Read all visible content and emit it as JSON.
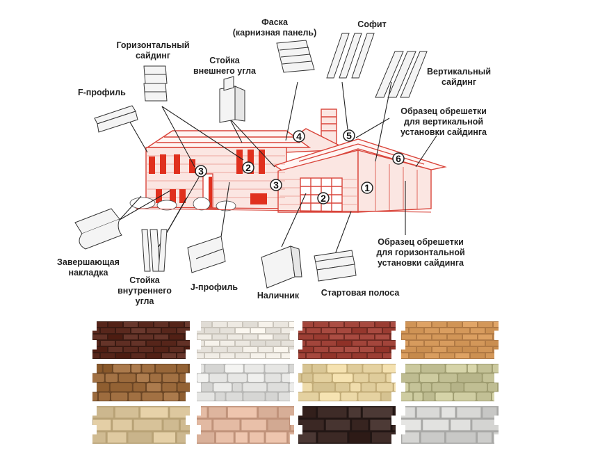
{
  "labels": {
    "fascia": [
      "Фаска",
      "(карнизная панель)"
    ],
    "soffit": [
      "Софит"
    ],
    "horizontal_siding": [
      "Горизонтальный",
      "сайдинг"
    ],
    "outer_corner": [
      "Стойка",
      "внешнего угла"
    ],
    "vertical_siding": [
      "Вертикальный",
      "сайдинг"
    ],
    "f_profile": [
      "F-профиль"
    ],
    "vertical_lathing": [
      "Образец обрешетки",
      "для вертикальной",
      "установки сайдинга"
    ],
    "horizontal_lathing": [
      "Образец обрешетки",
      "для горизонтальной",
      "установки сайдинга"
    ],
    "finishing_trim": [
      "Завершающая",
      "накладка"
    ],
    "inner_corner": [
      "Стойка",
      "внутреннего",
      "угла"
    ],
    "j_profile": [
      "J-профиль"
    ],
    "casing": [
      "Наличник"
    ],
    "starter_strip": [
      "Стартовая полоса"
    ]
  },
  "markers": [
    "1",
    "2",
    "2",
    "3",
    "3",
    "4",
    "5",
    "6"
  ],
  "colors": {
    "house_line": "#d9443a",
    "house_fill": "#fbe6e2",
    "windows": "#e0301e",
    "leader": "#222222",
    "marker_bg": "#ffffff"
  },
  "panels": [
    {
      "name": "dark-brown-brick",
      "base": "#5b2a1f",
      "mortar": "#3a1a12",
      "style": "brick"
    },
    {
      "name": "white-brick",
      "base": "#efebe4",
      "mortar": "#c9c4bb",
      "style": "brick"
    },
    {
      "name": "red-brick",
      "base": "#9d3f35",
      "mortar": "#6e2a22",
      "style": "brick"
    },
    {
      "name": "tan-brick",
      "base": "#d4985a",
      "mortar": "#b07944",
      "style": "brick"
    },
    {
      "name": "brown-stone",
      "base": "#9b6a3c",
      "mortar": "#6b4625",
      "style": "stone"
    },
    {
      "name": "white-stone",
      "base": "#e4e4e2",
      "mortar": "#b8b8b6",
      "style": "stone"
    },
    {
      "name": "beige-stone",
      "base": "#e6d3a2",
      "mortar": "#c2ac78",
      "style": "stone"
    },
    {
      "name": "olive-stone",
      "base": "#c7c59a",
      "mortar": "#a09e72",
      "style": "stone"
    },
    {
      "name": "sand-block",
      "base": "#d9c49b",
      "mortar": "#b8a276",
      "style": "block"
    },
    {
      "name": "pink-block",
      "base": "#e0b7a0",
      "mortar": "#c0927a",
      "style": "block"
    },
    {
      "name": "dark-block",
      "base": "#3d2a26",
      "mortar": "#221614",
      "style": "block"
    },
    {
      "name": "grey-block",
      "base": "#d5d5d3",
      "mortar": "#a8a8a6",
      "style": "block"
    }
  ]
}
